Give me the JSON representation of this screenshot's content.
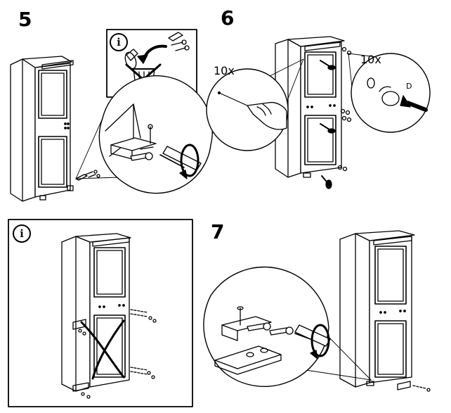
{
  "steps": {
    "step5": {
      "number": "5"
    },
    "step6": {
      "number": "6",
      "count_left": "10x",
      "count_right": "10x",
      "label_d": "D"
    },
    "step7": {
      "number": "7"
    }
  },
  "notes": {
    "info_symbol": "i"
  }
}
